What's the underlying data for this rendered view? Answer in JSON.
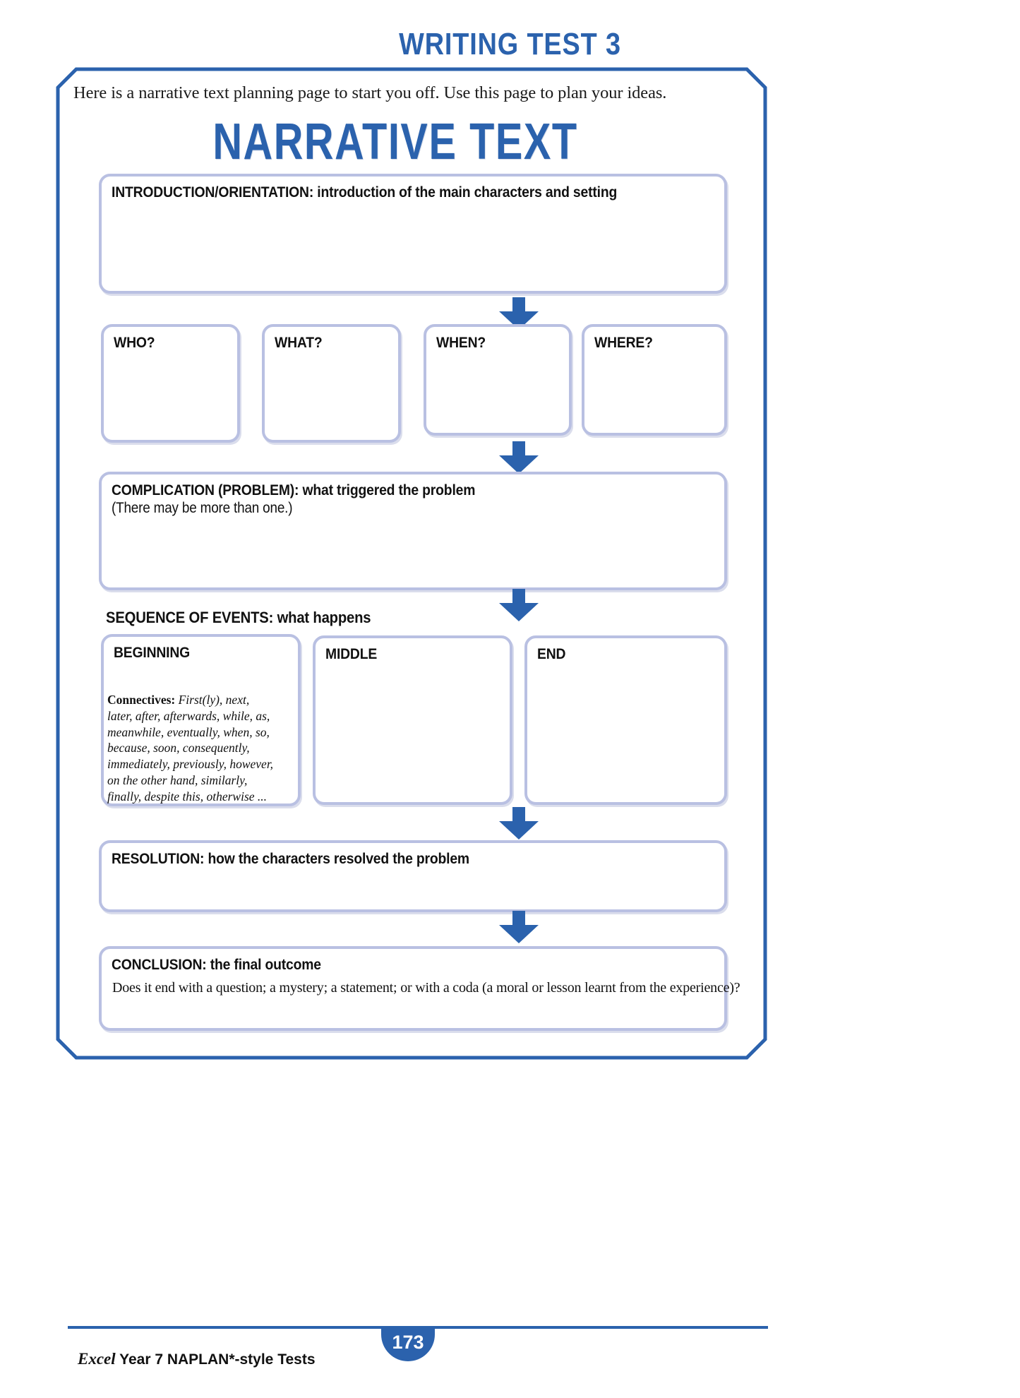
{
  "header": {
    "test_title": "WRITING TEST 3"
  },
  "intro": {
    "line": "Here is a narrative text planning page to start you off. Use this page to plan your ideas."
  },
  "planner": {
    "title": "NARRATIVE TEXT",
    "introduction": {
      "heading_bold": "INTRODUCTION/ORIENTATION:",
      "heading_rest": " introduction of the main characters and setting"
    },
    "w_boxes": [
      {
        "label": "WHO?"
      },
      {
        "label": "WHAT?"
      },
      {
        "label": "WHEN?"
      },
      {
        "label": "WHERE?"
      }
    ],
    "complication": {
      "heading_bold": "COMPLICATION (PROBLEM):",
      "heading_rest": " what triggered the problem",
      "sub": "(There may be more than one.)"
    },
    "sequence": {
      "heading_bold": "SEQUENCE OF EVENTS:",
      "heading_rest": " what happens",
      "stages": [
        {
          "label": "BEGINNING"
        },
        {
          "label": "MIDDLE"
        },
        {
          "label": "END"
        }
      ],
      "connectives_label": "Connectives:",
      "connectives_list": " First(ly), next, later, after, afterwards, while, as, meanwhile, eventually, when, so, because, soon, consequently, immediately, previously, however, on the other hand, similarly, finally, despite this, otherwise ..."
    },
    "resolution": {
      "heading_bold": "RESOLUTION:",
      "heading_rest": " how the characters resolved the problem"
    },
    "conclusion": {
      "heading_bold": "CONCLUSION:",
      "heading_rest": " the final outcome",
      "sub": "Does it end with a question; a mystery; a statement; or with a coda (a moral or lesson learnt from the experience)?"
    }
  },
  "footer": {
    "brand": "Excel",
    "series": " Year 7 NAPLAN*-style Tests",
    "page_number": "173"
  },
  "colors": {
    "brand_blue": "#2b62ad",
    "box_border": "#b9c0e2",
    "arrow_blue": "#2b62ad",
    "text": "#111111"
  }
}
